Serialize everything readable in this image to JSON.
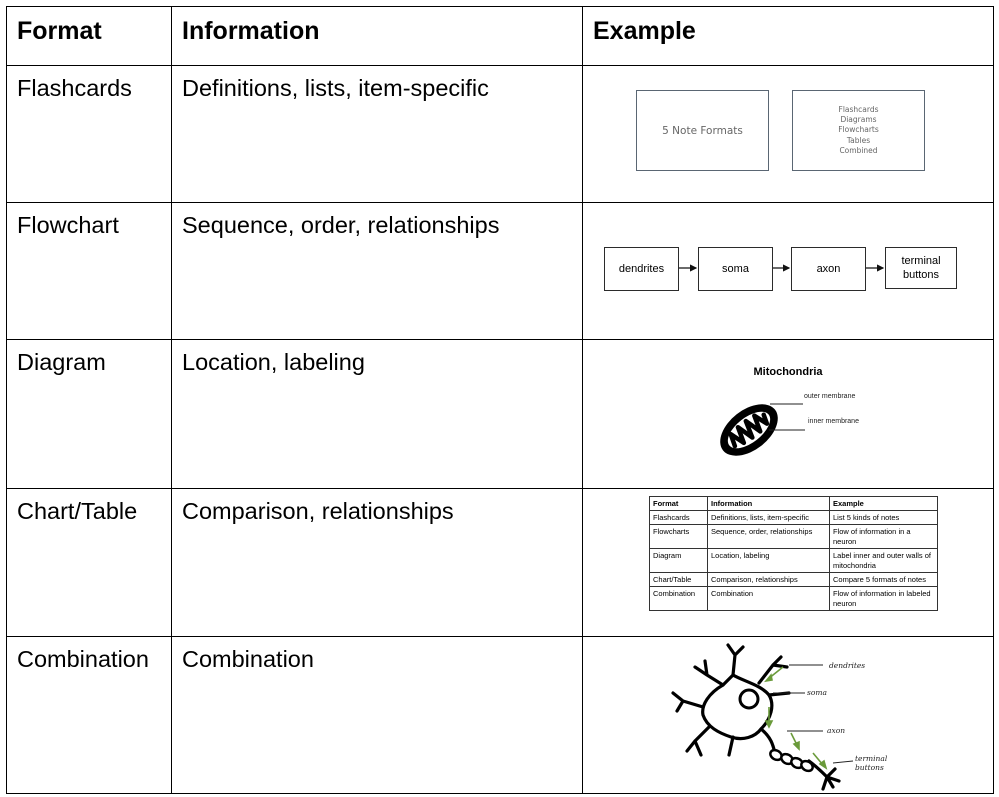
{
  "header": {
    "format": "Format",
    "information": "Information",
    "example": "Example"
  },
  "rows": [
    {
      "format": "Flashcards",
      "information": "Definitions, lists, item-specific"
    },
    {
      "format": "Flowchart",
      "information": "Sequence, order, relationships"
    },
    {
      "format": "Diagram",
      "information": "Location, labeling"
    },
    {
      "format": "Chart/Table",
      "information": "Comparison, relationships"
    },
    {
      "format": "Combination",
      "information": "Combination"
    }
  ],
  "flashcards": {
    "front": "5 Note Formats",
    "back": [
      "Flashcards",
      "Diagrams",
      "Flowcharts",
      "Tables",
      "Combined"
    ]
  },
  "flowchart": {
    "nodes": [
      "dendrites",
      "soma",
      "axon",
      "terminal buttons"
    ]
  },
  "diagram": {
    "title": "Mitochondria",
    "labels": [
      "outer membrane",
      "inner membrane"
    ]
  },
  "mini_table": {
    "headers": [
      "Format",
      "Information",
      "Example"
    ],
    "rows": [
      [
        "Flashcards",
        "Definitions, lists, item-specific",
        "List 5 kinds of notes"
      ],
      [
        "Flowcharts",
        "Sequence, order, relationships",
        "Flow of information in a neuron"
      ],
      [
        "Diagram",
        "Location, labeling",
        "Label inner and outer walls of mitochondria"
      ],
      [
        "Chart/Table",
        "Comparison, relationships",
        "Compare 5 formats of notes"
      ],
      [
        "Combination",
        "Combination",
        "Flow of information in labeled neuron"
      ]
    ]
  },
  "neuron": {
    "labels": [
      "dendrites",
      "soma",
      "axon",
      "terminal buttons"
    ]
  },
  "colors": {
    "border": "#000000",
    "arrow_green": "#6a9a3a"
  }
}
